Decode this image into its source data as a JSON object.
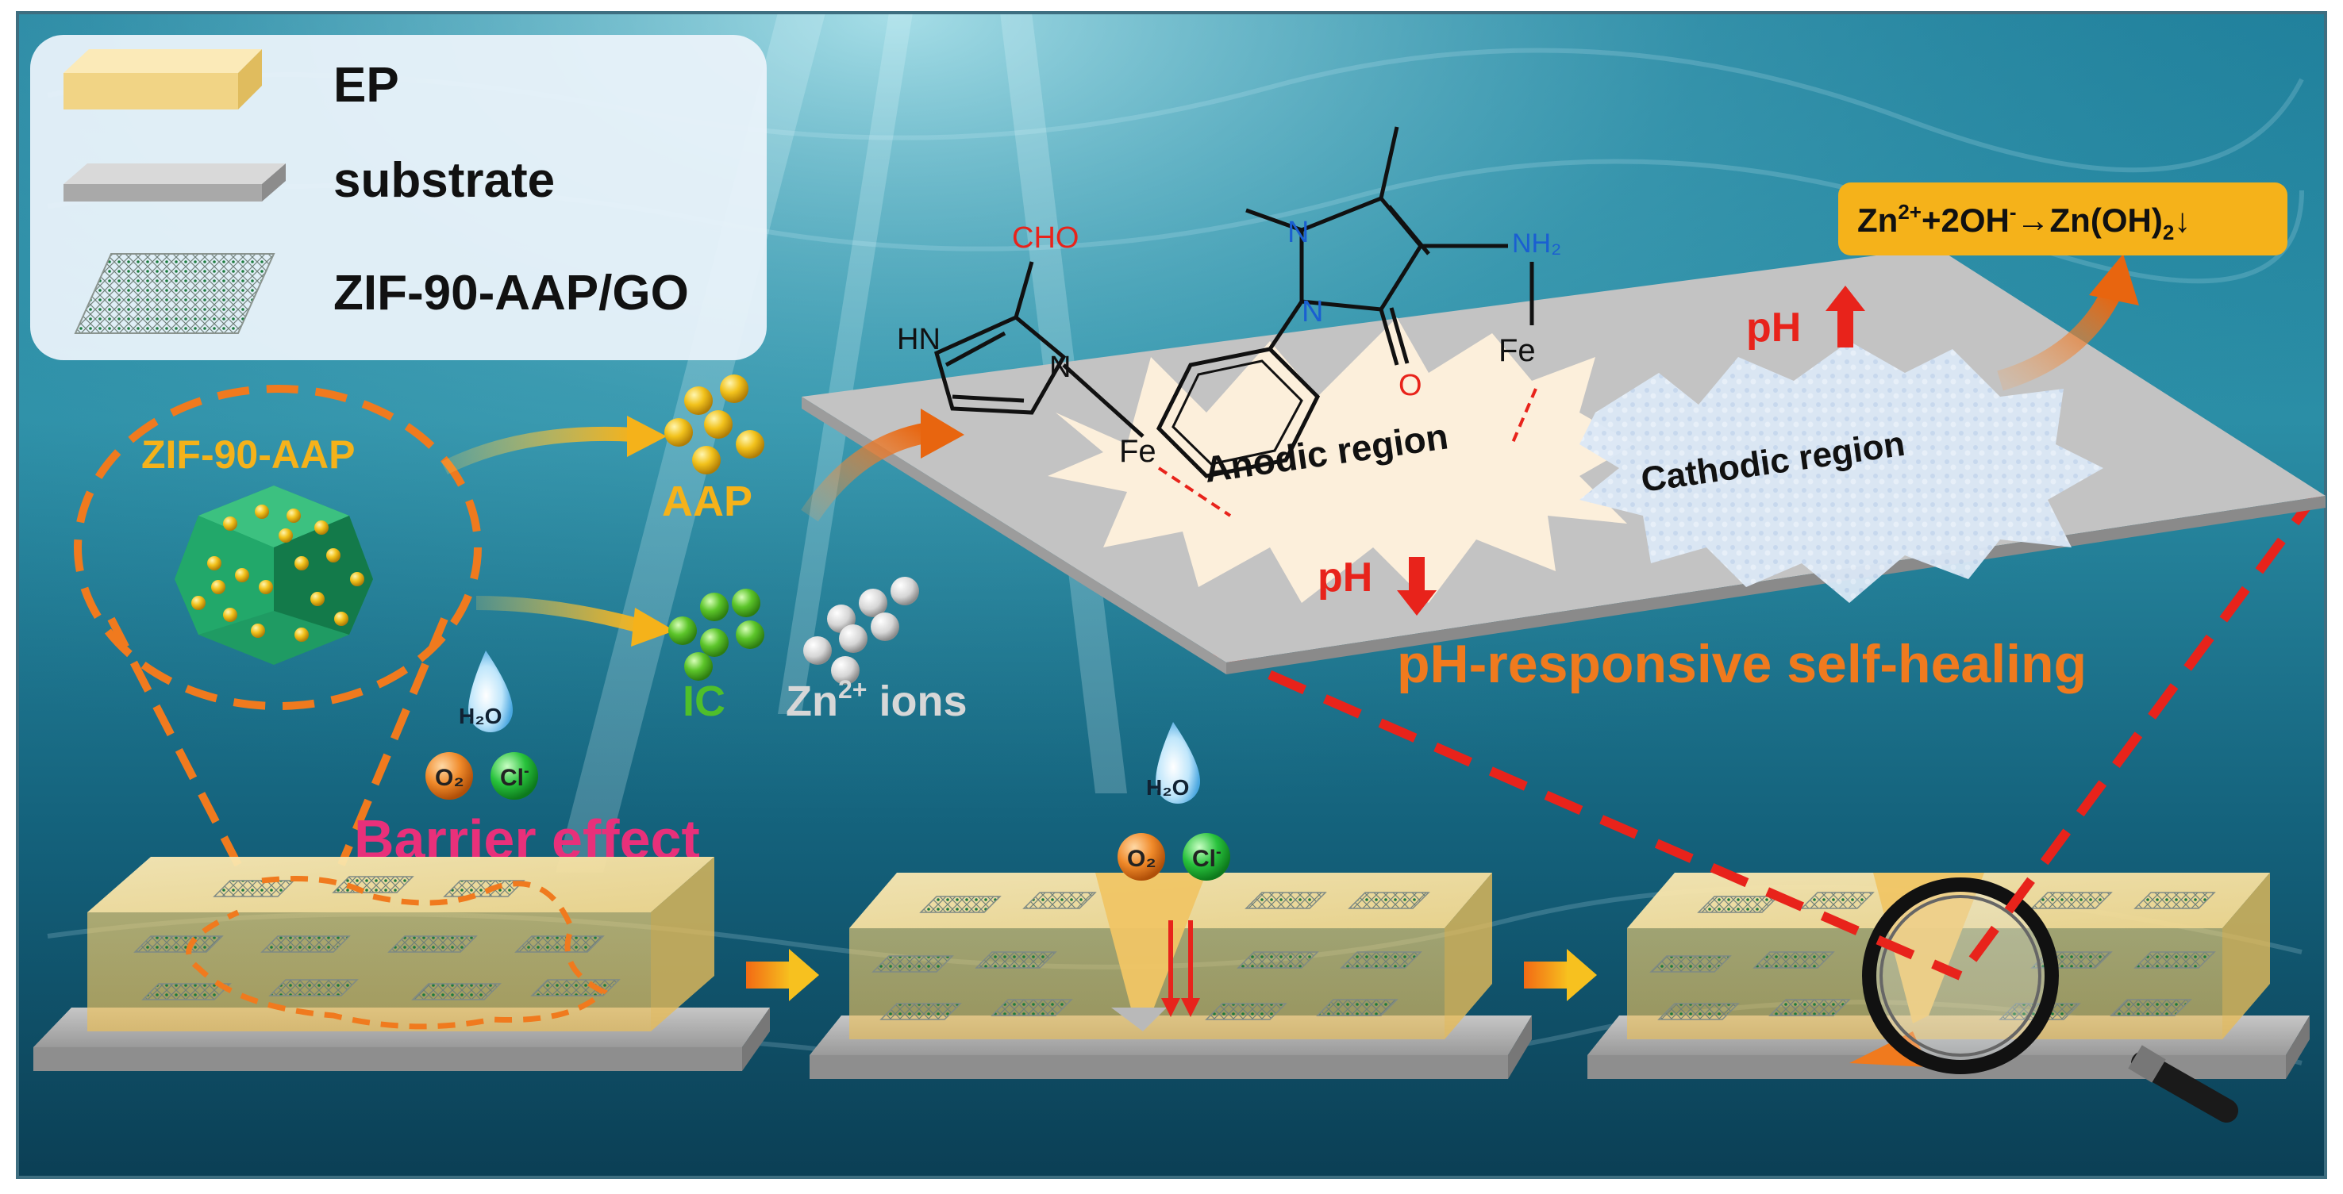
{
  "legend": {
    "ep": "EP",
    "substrate": "substrate",
    "composite": "ZIF-90-AAP/GO"
  },
  "particle": {
    "label": "ZIF-90-AAP",
    "aap_label": "AAP",
    "ic_label": "IC",
    "zn_label": "Zn",
    "zn_charge": "2+",
    "zn_suffix": " ions"
  },
  "species": {
    "h2o": "H₂O",
    "o2": "O₂",
    "cl": "Cl",
    "cl_charge": "-"
  },
  "barrier_label": "Barrier effect",
  "molecule": {
    "cho": "CHO",
    "hn": "HN",
    "n": "N",
    "nh2": "NH₂",
    "o": "O",
    "fe": "Fe"
  },
  "plate": {
    "anodic": "Anodic region",
    "cathodic": "Cathodic region",
    "ph": "pH",
    "up_arrow": "⬆",
    "down_arrow": "⬇"
  },
  "reaction": {
    "zn": "Zn",
    "zn_sup": "2+",
    "plus_2oh": "+2OH",
    "oh_sup": "-",
    "arrow_zn": "→Zn(OH)",
    "sub_2": "2",
    "precip": "↓"
  },
  "self_healing_label": "pH-responsive self-healing",
  "colors": {
    "orange": "#f07a1e",
    "red": "#e8231b",
    "magenta": "#e8307a",
    "gold": "#f5b21a",
    "green": "#21a35a",
    "ep_yellow": "#f4dc96",
    "water_deep": "#0a4a63",
    "water_light": "#5fb6c9"
  }
}
